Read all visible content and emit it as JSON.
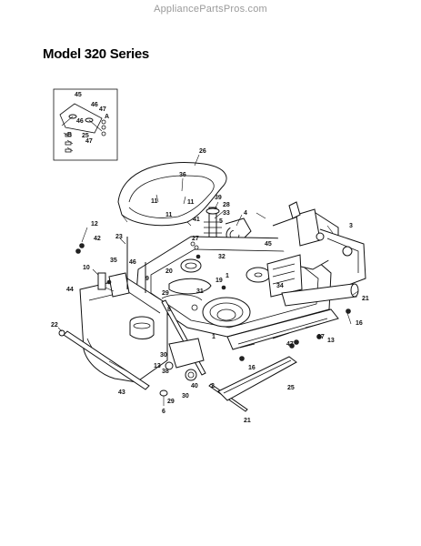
{
  "header": {
    "watermark": "AppliancePartsPros.com",
    "model_title": "Model 320 Series"
  },
  "diagram": {
    "inset_callouts": [
      "45",
      "46",
      "47",
      "46",
      "A",
      "25",
      "47",
      "B"
    ],
    "part_callouts": [
      "26",
      "36",
      "11",
      "11",
      "11",
      "41",
      "39",
      "28",
      "33",
      "5",
      "4",
      "27",
      "32",
      "45",
      "3",
      "12",
      "42",
      "23",
      "35",
      "10",
      "46",
      "20",
      "9",
      "29",
      "31",
      "8",
      "34",
      "1",
      "19",
      "21",
      "44",
      "22",
      "30",
      "13",
      "37",
      "16",
      "47",
      "13",
      "38",
      "40",
      "2",
      "16",
      "25",
      "43",
      "29",
      "30",
      "6",
      "21",
      "1"
    ]
  }
}
